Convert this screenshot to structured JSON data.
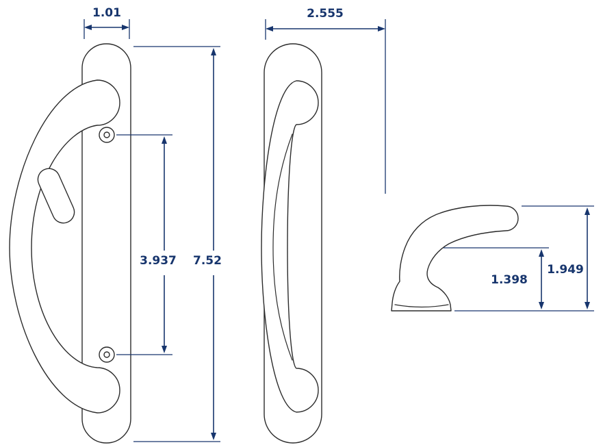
{
  "colors": {
    "outline": "#2b2b2b",
    "dimension": "#17356d",
    "background": "#ffffff"
  },
  "dimensions": {
    "plate_width": "1.01",
    "hole_spacing": "3.937",
    "overall_height": "7.52",
    "projection_depth": "2.555",
    "grip_clearance": "1.398",
    "grip_overall": "1.949"
  }
}
